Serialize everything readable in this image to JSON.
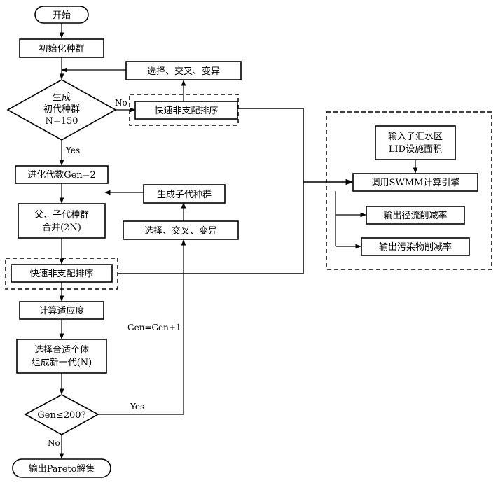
{
  "nodes": {
    "start": "开始",
    "init_population": "初始化种群",
    "gen_decision_l1": "生成",
    "gen_decision_l2": "初代种群",
    "gen_decision_l3": "N=150",
    "sort_top": "快速非支配排序",
    "select_top": "选择、交叉、变异",
    "gen_counter": "进化代数Gen=2",
    "merge_l1": "父、子代种群",
    "merge_l2": "合并(2N)",
    "generate_offspring": "生成子代种群",
    "select_mid": "选择、交叉、变异",
    "sort_bottom": "快速非支配排序",
    "calc_fitness": "计算适应度",
    "select_individuals_l1": "选择合适个体",
    "select_individuals_l2": "组成新一代(N)",
    "gen_check": "Gen≤200?",
    "output": "输出Pareto解集",
    "swmm_input_l1": "输入子汇水区",
    "swmm_input_l2": "LID设施面积",
    "swmm_call": "调用SWMM计算引擎",
    "swmm_out_runoff": "输出径流削减率",
    "swmm_out_pollutant": "输出污染物削减率"
  },
  "edge_labels": {
    "no_top": "No",
    "yes_top": "Yes",
    "gen_increment": "Gen=Gen+1",
    "yes_loop": "Yes",
    "no_bottom": "No"
  }
}
